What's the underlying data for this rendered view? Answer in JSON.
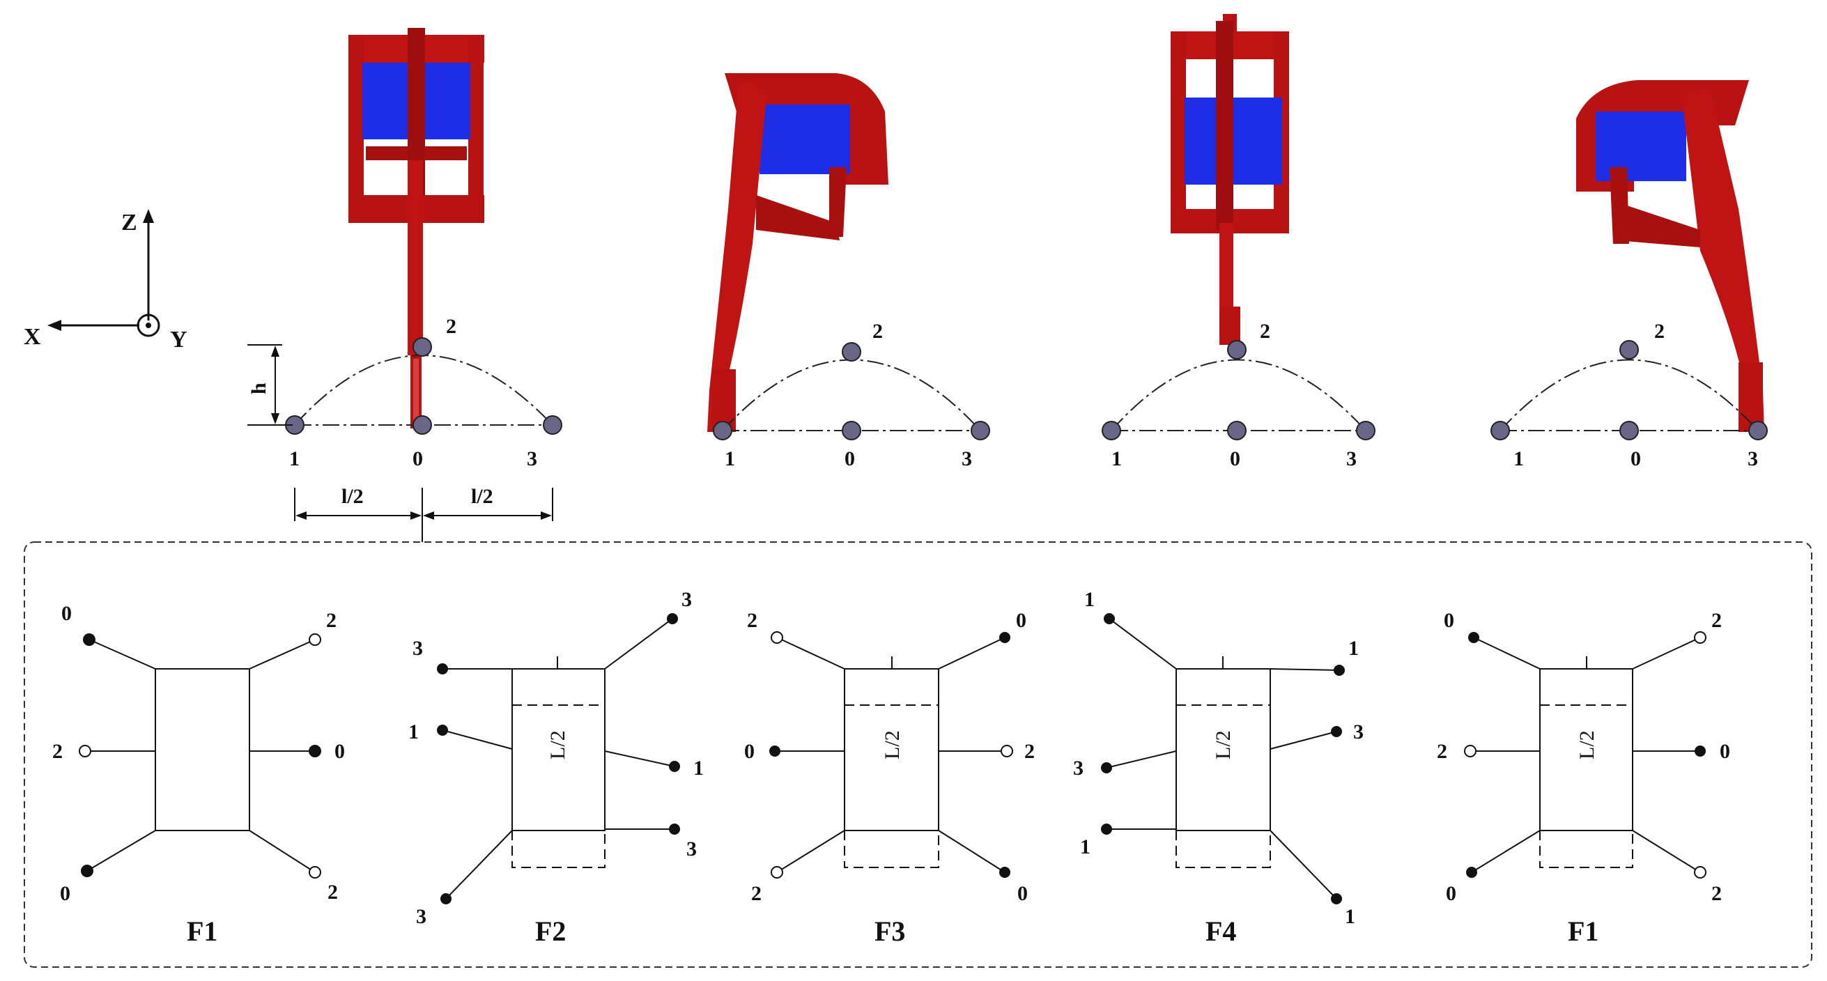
{
  "axes": {
    "z": "Z",
    "x": "X",
    "y": "Y"
  },
  "dimensions": {
    "height": "h",
    "half_left": "l/2",
    "half_right": "l/2"
  },
  "legs": [
    {
      "points": {
        "left": "1",
        "center": "0",
        "right": "3",
        "top": "2"
      }
    },
    {
      "points": {
        "left": "1",
        "center": "0",
        "right": "3",
        "top": "2"
      }
    },
    {
      "points": {
        "left": "1",
        "center": "0",
        "right": "3",
        "top": "2"
      }
    },
    {
      "points": {
        "left": "1",
        "center": "0",
        "right": "3",
        "top": "2"
      }
    }
  ],
  "formations": [
    {
      "label": "F1",
      "body_label": "",
      "feet": [
        "0",
        "2",
        "2",
        "0",
        "0",
        "2"
      ]
    },
    {
      "label": "F2",
      "body_label": "L/2",
      "feet": [
        "3",
        "3",
        "1",
        "1",
        "3",
        "3"
      ]
    },
    {
      "label": "F3",
      "body_label": "L/2",
      "feet": [
        "2",
        "0",
        "0",
        "2",
        "2",
        "0"
      ]
    },
    {
      "label": "F4",
      "body_label": "L/2",
      "feet": [
        "1",
        "1",
        "3",
        "3",
        "1",
        "1"
      ]
    },
    {
      "label": "F1",
      "body_label": "L/2",
      "feet": [
        "0",
        "2",
        "2",
        "0",
        "0",
        "2"
      ]
    }
  ],
  "colors": {
    "leg_red": "#c01414",
    "servo_blue": "#1e2ee6",
    "point_fill": "#6a6688",
    "ink": "#111111"
  }
}
